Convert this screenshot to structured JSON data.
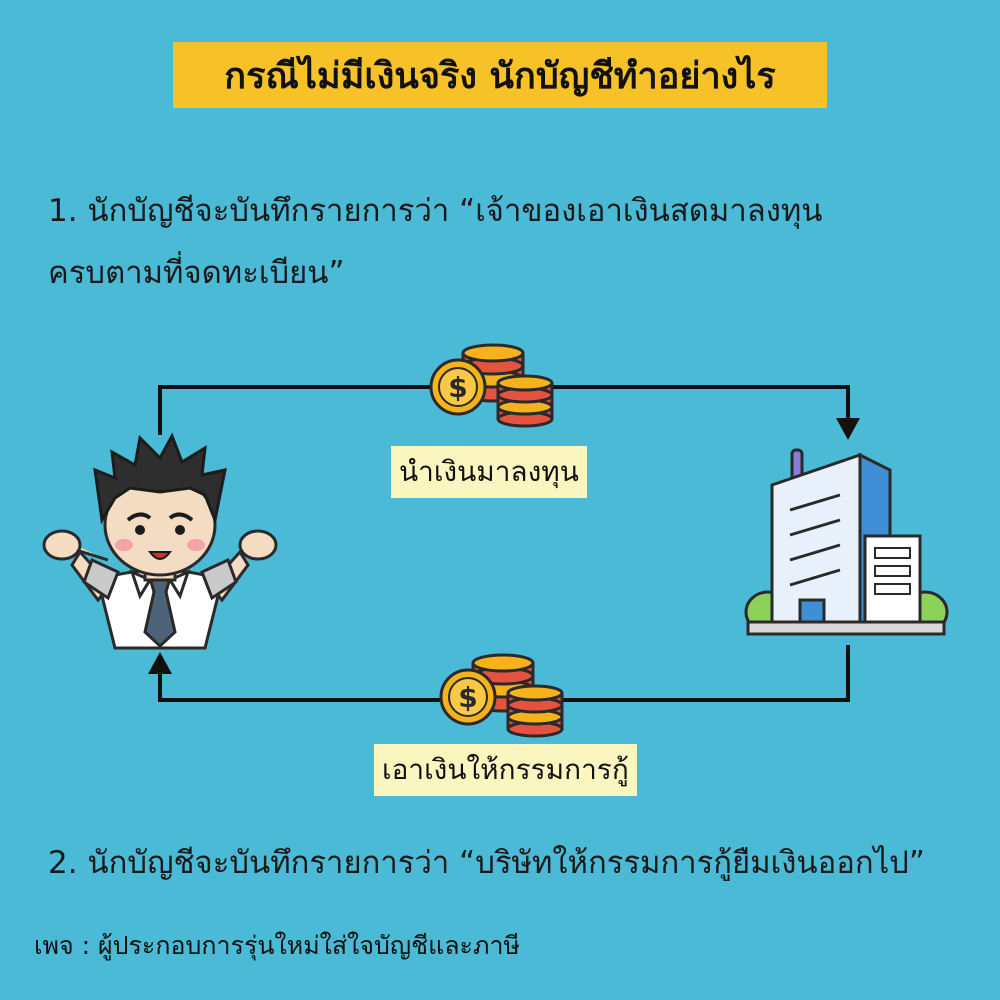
{
  "title": "กรณีไม่มีเงินจริง  นักบัญชีทำอย่างไร",
  "point1": {
    "line1": "1. นักบัญชีจะบันทึกรายการว่า  “เจ้าของเอาเงินสดมาลงทุน",
    "line2": "ครบตามที่จดทะเบียน”"
  },
  "flow": {
    "top_label": "นำเงินมาลงทุน",
    "bottom_label": "เอาเงินให้กรรมการกู้"
  },
  "icons": {
    "person": "businessman-icon",
    "company": "office-building-icon",
    "money": "coin-stack-icon"
  },
  "point2": "2. นักบัญชีจะบันทึกรายการว่า  “บริษัทให้กรรมการกู้ยืมเงินออกไป”",
  "footer": "เพจ : ผู้ประกอบการรุ่นใหม่ใส่ใจบัญชีและภาษี",
  "colors": {
    "background": "#4bbad6",
    "title_bg": "#f6c228",
    "label_bg": "#fbf6bf",
    "coin_gold": "#f6b21b",
    "coin_red": "#e5523f"
  }
}
